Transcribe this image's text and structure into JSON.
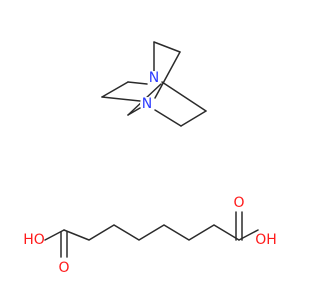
{
  "colors": {
    "bond": "#2b2b2b",
    "nitrogen": "#2d3cff",
    "oxygen": "#ff1a1a"
  },
  "dabco": {
    "n_top": "N",
    "n_bottom": "N"
  },
  "suberic_acid": {
    "left_hydroxyl": "HO",
    "left_carbonyl_o": "O",
    "right_hydroxyl": "OH",
    "right_carbonyl_o": "O"
  }
}
